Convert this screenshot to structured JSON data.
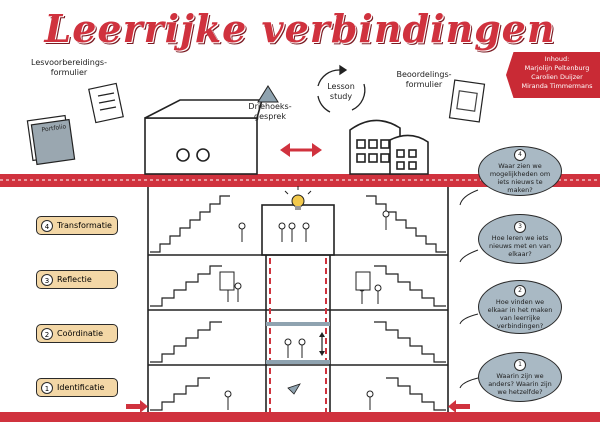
{
  "title": "Leerrijke verbindingen",
  "credits": {
    "heading": "Inhoud:",
    "authors": [
      "Marjolijn Peltenburg",
      "Carolien Duijzer",
      "Miranda Timmermans"
    ]
  },
  "notes": {
    "lesvoorbereidings": "Lesvoorbereidings-formulier",
    "portfolio": "Portfolio",
    "driehoeksgesprek": "Driehoeks-gesprek",
    "lesson_study": "Lesson study",
    "beoordelings": "Beoordelings-formulier"
  },
  "levels": [
    {
      "num": "4",
      "label": "Transformatie"
    },
    {
      "num": "3",
      "label": "Reflectie"
    },
    {
      "num": "2",
      "label": "Coördinatie"
    },
    {
      "num": "1",
      "label": "Identificatie"
    }
  ],
  "questions": [
    {
      "num": "4",
      "text": "Waar zien we mogelijkheden om iets nieuws te maken?"
    },
    {
      "num": "3",
      "text": "Hoe leren we iets nieuws met en van elkaar?"
    },
    {
      "num": "2",
      "text": "Hoe vinden we elkaar in het maken van leerrijke verbindingen?"
    },
    {
      "num": "1",
      "text": "Waarin zijn we anders? Waarin zijn we hetzelfde?"
    }
  ],
  "colors": {
    "accent": "#d0323e",
    "level_fill": "#f3d7a6",
    "bubble_fill": "#a9b9c4"
  }
}
